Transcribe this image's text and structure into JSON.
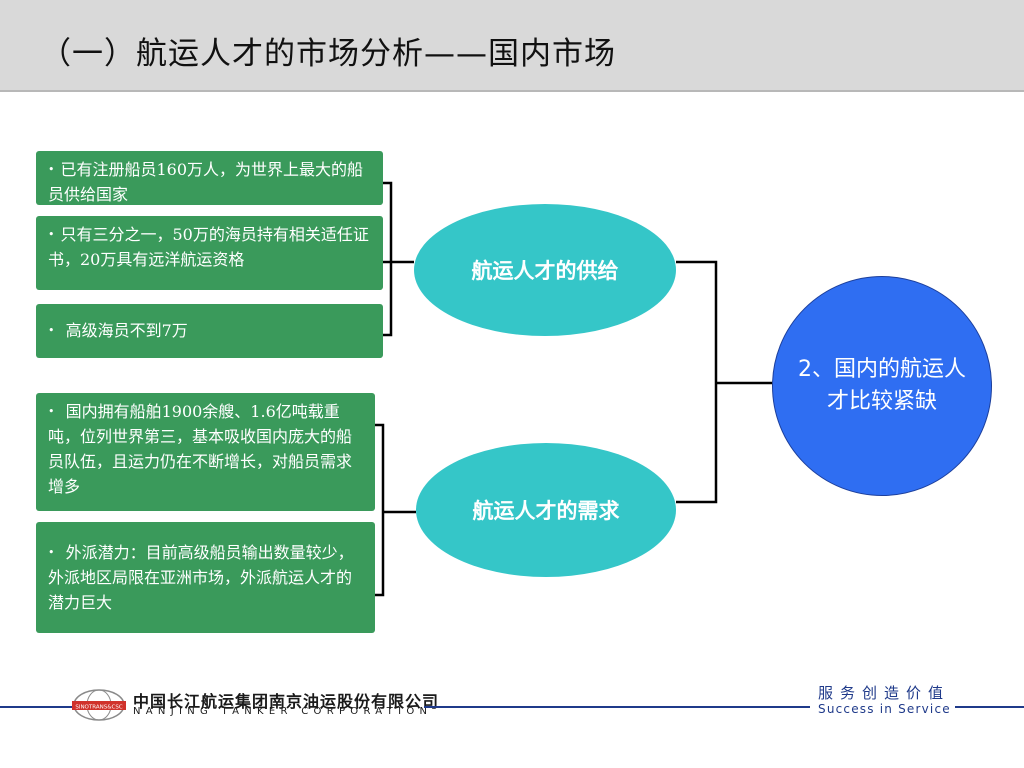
{
  "header": {
    "title": "（一）航运人才的市场分析——国内市场"
  },
  "supply": {
    "label": "航运人才的供给",
    "items": [
      {
        "bullet": "•",
        "text": "已有注册船员160万人，为世界上最大的船员供给国家"
      },
      {
        "bullet": "•",
        "text": "只有三分之一，50万的海员持有相关适任证书，20万具有远洋航运资格"
      },
      {
        "bullet": "•",
        "text": " 高级海员不到7万"
      }
    ]
  },
  "demand": {
    "label": "航运人才的需求",
    "items": [
      {
        "bullet": "•",
        "text": " 国内拥有船舶1900余艘、1.6亿吨载重吨，位列世界第三，基本吸收国内庞大的船员队伍，且运力仍在不断增长，对船员需求增多"
      },
      {
        "bullet": "•",
        "text": " 外派潜力：目前高级船员输出数量较少，外派地区局限在亚洲市场，外派航运人才的潜力巨大"
      }
    ]
  },
  "conclusion": {
    "label": "2、国内的航运人才比较紧缺"
  },
  "footer": {
    "logo_text": "SINOTRANS&CSC",
    "company_cn": "中国长江航运集团南京油运股份有限公司",
    "company_en": "NANJING TANKER CORPORATION",
    "slogan_cn": "服务创造价值",
    "slogan_en": "Success in Service"
  },
  "colors": {
    "box_green": "#3a9a5b",
    "ellipse_teal": "#35c6c8",
    "circle_blue": "#2f6ef2",
    "footer_navy": "#1f3a8a"
  }
}
